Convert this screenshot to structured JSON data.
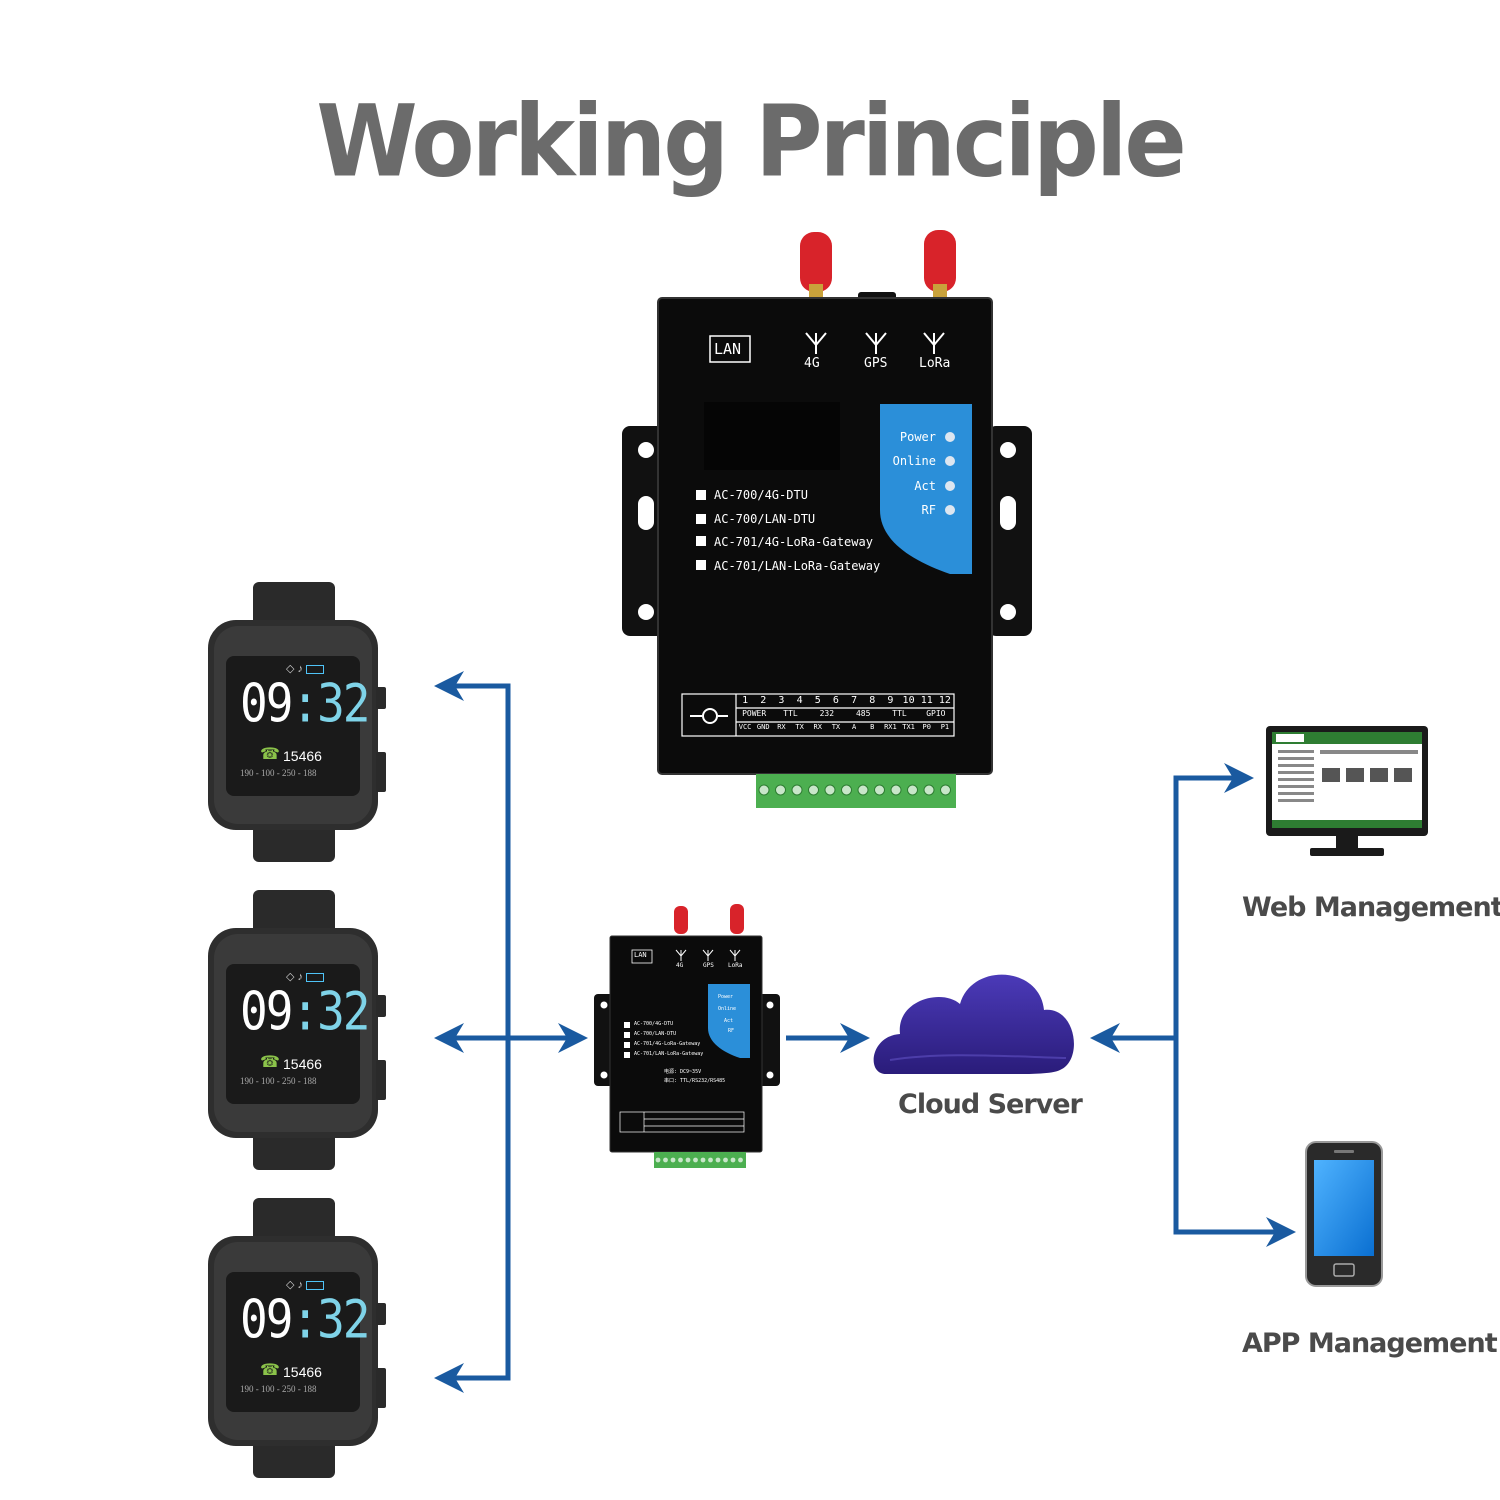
{
  "title": "Working Principle",
  "labels": {
    "web": "Web Management",
    "cloud": "Cloud Server",
    "app": "APP Management"
  },
  "gateway": {
    "port": "LAN",
    "antennas": [
      "4G",
      "GPS",
      "LoRa"
    ],
    "leds": [
      "Power",
      "Online",
      "Act",
      "RF"
    ],
    "models": [
      "AC-700/4G-DTU",
      "AC-700/LAN-DTU",
      "AC-701/4G-LoRa-Gateway",
      "AC-701/LAN-LoRa-Gateway"
    ],
    "terminal_numbers": [
      "1",
      "2",
      "3",
      "4",
      "5",
      "6",
      "7",
      "8",
      "9",
      "10",
      "11",
      "12"
    ],
    "terminal_groups": [
      "POWER",
      "TTL",
      "232",
      "485",
      "TTL",
      "GPIO"
    ],
    "terminal_pins": [
      "VCC",
      "GND",
      "RX",
      "TX",
      "RX",
      "TX",
      "A",
      "B",
      "RX1",
      "TX1",
      "P0",
      "P1"
    ],
    "small_power_note": "电源: DC9~35V",
    "small_interface_note": "串口: TTL/RS232/RS485"
  },
  "watch": {
    "time_hours": "09",
    "time_colon": ":",
    "time_minutes": "32",
    "steps": "15466",
    "stats": "190 - 100 - 250 - 188"
  },
  "colors": {
    "arrow": "#1a5aa0",
    "title": "#6b6b6b",
    "label": "#4a4a4a",
    "panel_blue": "#2b8fd9",
    "cloud": "#3c2a9a",
    "antenna": "#d8232a"
  }
}
